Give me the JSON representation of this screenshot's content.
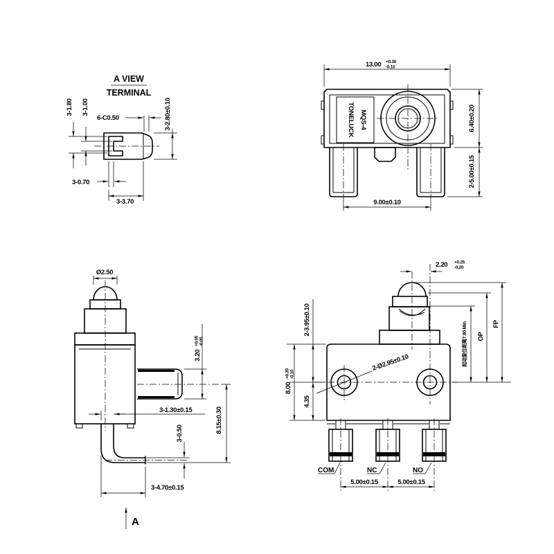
{
  "colors": {
    "line": "#000000",
    "background": "#ffffff"
  },
  "view_a": {
    "title": "A VIEW",
    "subtitle": "TERMINAL",
    "dim_slot_pitch": "3-1.80",
    "dim_slot_gap": "3-1.00",
    "dim_chamfer": "6-C0.50",
    "dim_height": "3-2.80±0.10",
    "dim_wall": "3-0.70",
    "dim_length": "3-3.70"
  },
  "top_view": {
    "dim_width_main": "13.00",
    "dim_width_plus": "+0.30",
    "dim_width_minus": "-0.10",
    "brand_line1": "TONELUCK",
    "brand_line2": "MQS-4",
    "dim_height": "6.40±0.20",
    "dim_pin_length": "2-5.00±0.15",
    "dim_pin_pitch": "9.00±0.10"
  },
  "side_view": {
    "dim_plunger_dia": "Ø2.50",
    "dim_lug_main": "3.20",
    "dim_lug_plus": "+0.05",
    "dim_lug_minus": "-0.05",
    "dim_terminal_width": "3-1.30±0.15",
    "dim_terminal_thickness": "3-0.50",
    "dim_height": "8.15±0.30",
    "dim_terminal_length": "3-4.70±0.15",
    "view_label": "A"
  },
  "front_view": {
    "dim_offset_main": "2.20",
    "dim_offset_plus": "+0.25",
    "dim_offset_minus": "-0.20",
    "dim_hole_top": "2-3.95±0.10",
    "dim_holes": "2-Ø2.95±0.10",
    "dim_body_main": "8.00",
    "dim_body_plus": "+0.20",
    "dim_body_minus": "-0.10",
    "dim_hole_bottom": "4.35",
    "dim_travel": "起动复位距离7.90 Min",
    "dim_op": "OP",
    "dim_fp": "FP",
    "label_com": "COM",
    "label_nc": "NC",
    "label_no": "NO",
    "dim_pitch_left": "5.00±0.15",
    "dim_pitch_right": "5.00±0.15"
  }
}
